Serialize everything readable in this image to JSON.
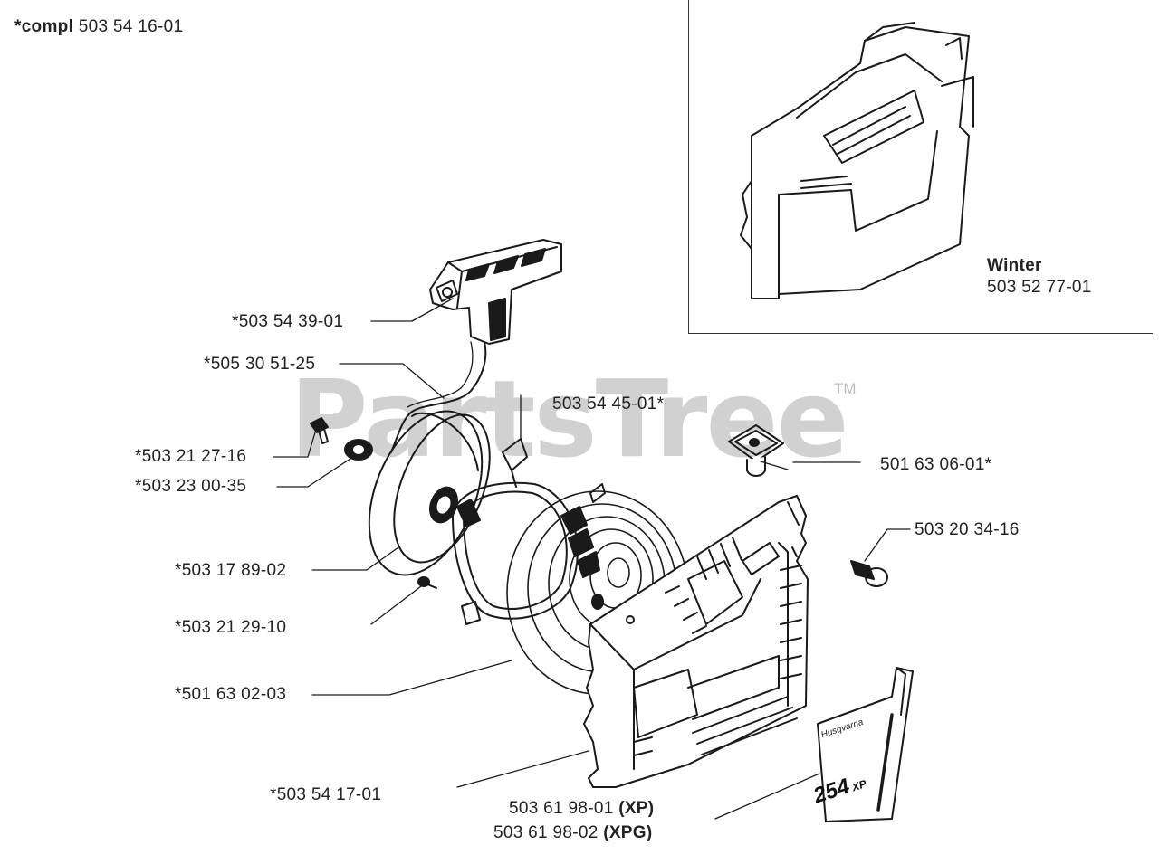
{
  "header": {
    "compl_prefix": "*compl",
    "compl_number": "503 54 16-01"
  },
  "inset": {
    "title": "Winter",
    "part_number": "503 52 77-01"
  },
  "watermark": {
    "text": "PartsTree",
    "trademark": "TM"
  },
  "labels": {
    "handle": "*503 54 39-01",
    "rope": "*505 30 51-25",
    "pawl_plate": "503 54 45-01*",
    "screw": "*503 21 27-16",
    "washer": "*503 23 00-35",
    "grommet": "501 63 06-01*",
    "bolt": "503 20 34-16",
    "pulley": "*503 17 89-02",
    "small_screw": "*503 21 29-10",
    "spring": "*501 63 02-03",
    "housing": "*503 54 17-01",
    "decal_xp_number": "503 61 98-01",
    "decal_xp_suffix": "(XP)",
    "decal_xpg_number": "503 61 98-02",
    "decal_xpg_suffix": "(XPG)"
  },
  "decal": {
    "brand": "Husqvarna",
    "model": "254",
    "model_suffix": "XP"
  }
}
